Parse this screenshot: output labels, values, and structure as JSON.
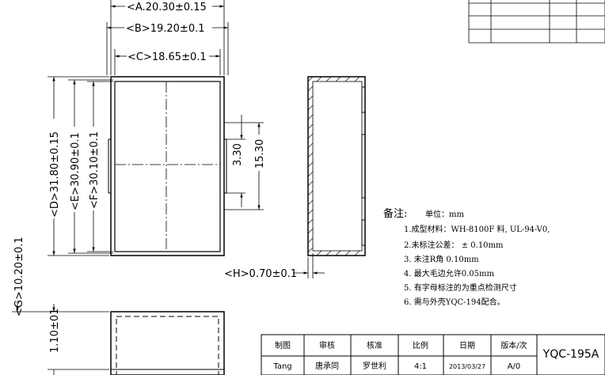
{
  "dimensions": {
    "A": "<A.20.30±0.15",
    "B": "<B>19.20±0.1",
    "C": "<C>18.65±0.1",
    "D": "<D>31.80±0.15",
    "E": "<E>30.90±0.1",
    "F": "<F>30.10±0.1",
    "G": "<G>10.20±0.1",
    "H": "<H>0.70±0.1",
    "notch_height": "3.30",
    "notch_span": "15.30",
    "side_height": "1.10±01"
  },
  "notes": {
    "heading": "备注:",
    "unit": "单位：mm",
    "items": [
      "1.成型材料：WH-8100F 料, UL-94-V0,",
      "2.未标注公差：  ± 0.10mm",
      "3. 未注R角 0.10mm",
      "4. 最大毛边允许0.05mm",
      "5. 有字母标注的为重点检测尺寸",
      "6. 需与外壳YQC-194配合。"
    ]
  },
  "title_block": {
    "headers": [
      "制图",
      "审核",
      "核准",
      "比例",
      "日期",
      "版本/次"
    ],
    "values": [
      "Tang",
      "唐承同",
      "罗世利",
      "4:1",
      "2013/03/27",
      "A/0"
    ],
    "part_number": "YQC-195A"
  }
}
